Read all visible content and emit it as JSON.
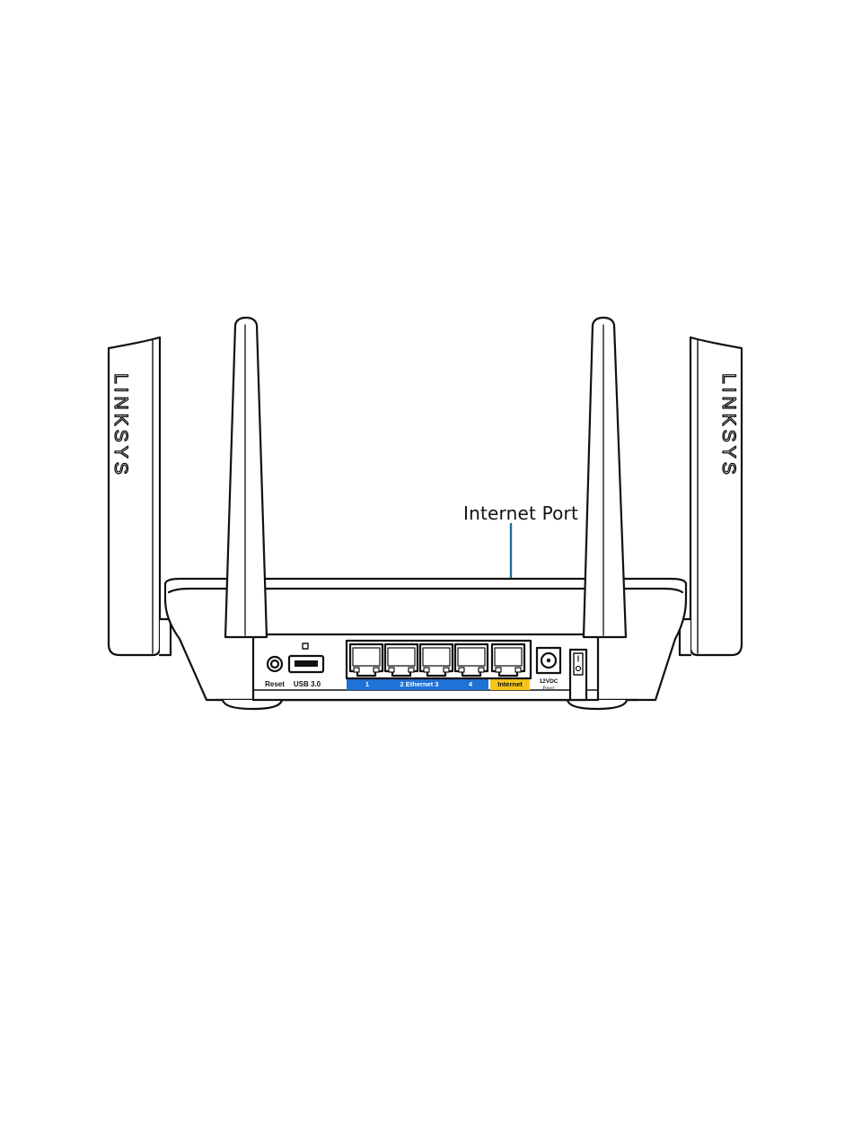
{
  "callout": {
    "label": "Internet Port",
    "line_color": "#1d6e96"
  },
  "brand": {
    "wordmark": "LINKSYS"
  },
  "rear_panel": {
    "labels": {
      "reset": "Reset",
      "usb": "USB 3.0",
      "ethernet_1": "1",
      "ethernet_mid": "2 Ethernet 3",
      "ethernet_4": "4",
      "internet": "Internet",
      "power_top": "12VDC",
      "power_bottom": "Power"
    },
    "icons": [
      "reset-button-icon",
      "usb-port-icon",
      "ethernet-port-icon",
      "internet-port-icon",
      "power-jack-icon",
      "power-switch-icon"
    ],
    "colors": {
      "ethernet_band": "#1f72d6",
      "internet_band": "#f6c51c",
      "outline": "#111111"
    }
  }
}
